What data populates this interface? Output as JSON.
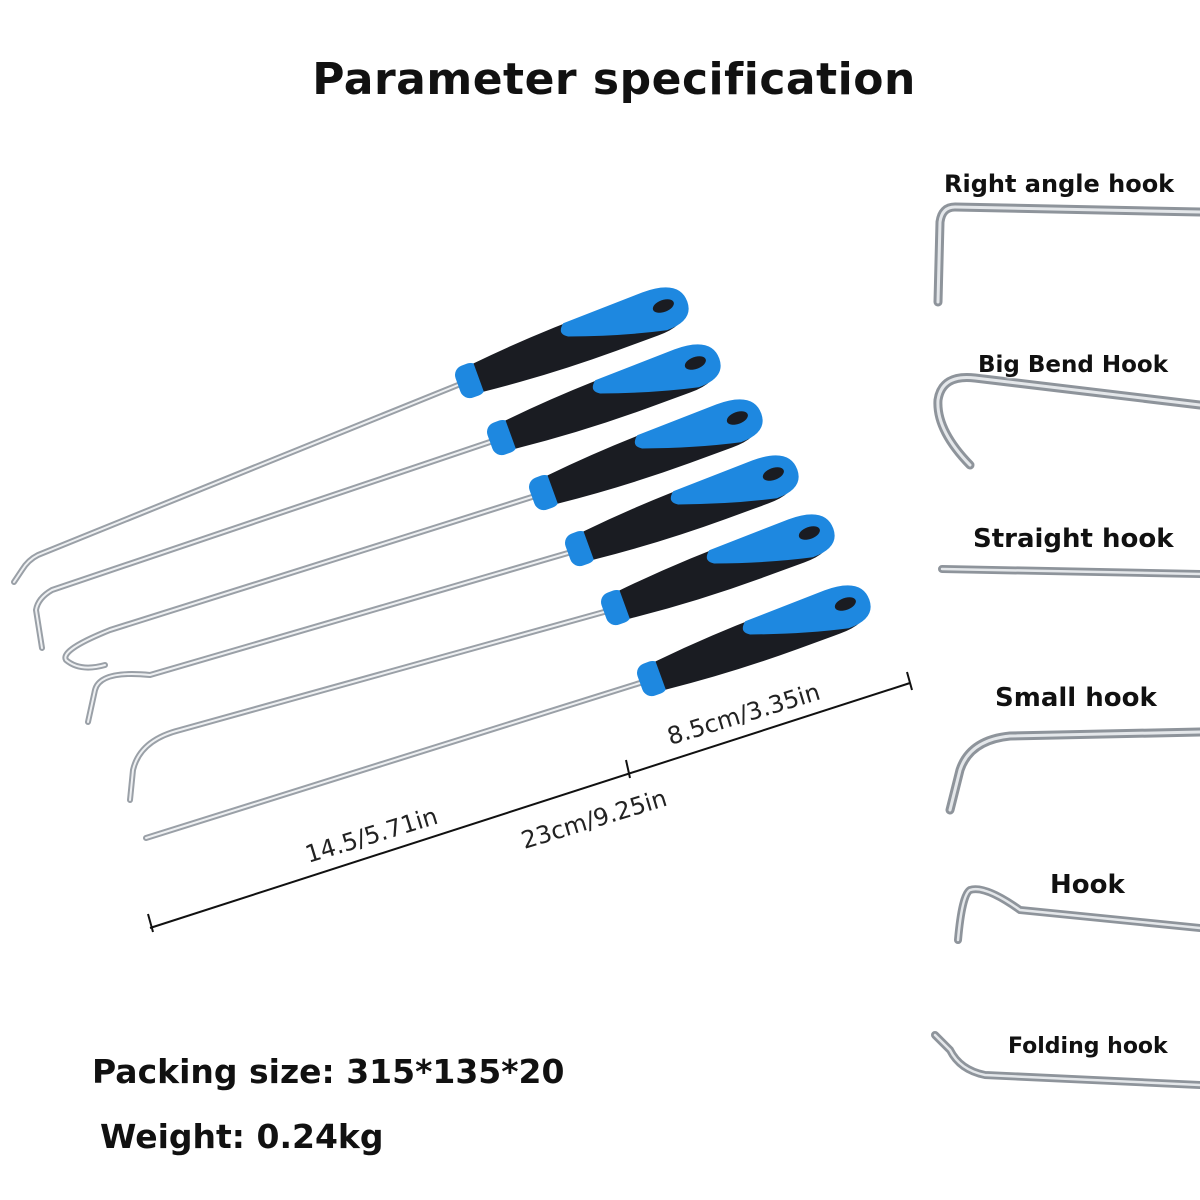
{
  "title": "Parameter specification",
  "hooks": [
    {
      "name": "Right angle hook"
    },
    {
      "name": "Big Bend Hook"
    },
    {
      "name": "Straight hook"
    },
    {
      "name": "Small hook"
    },
    {
      "name": "Hook"
    },
    {
      "name": "Folding hook"
    }
  ],
  "dimensions": {
    "handle_length": "8.5cm/3.35in",
    "total_length": "23cm/9.25in",
    "shaft_length": "14.5/5.71in"
  },
  "specs": {
    "packing": "Packing size: 315*135*20",
    "weight": "Weight: 0.24kg"
  },
  "colors": {
    "handle_blue": "#1e88e0",
    "handle_black": "#1a1c22",
    "steel": "#c8ccd2"
  }
}
